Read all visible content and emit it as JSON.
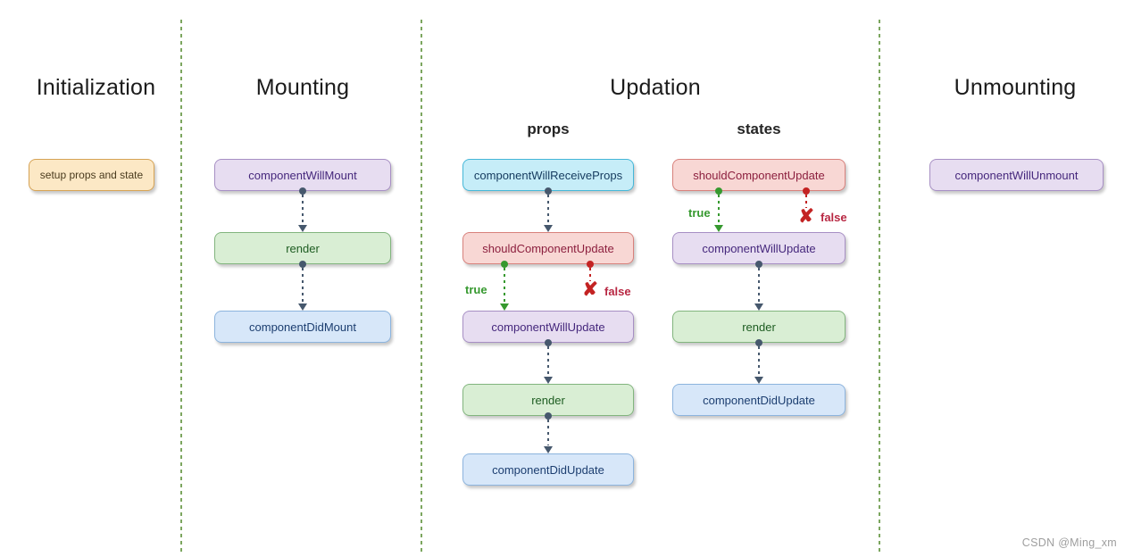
{
  "watermark": "CSDN @Ming_xm",
  "icons": {
    "false_x": "✘"
  },
  "colors": {
    "divider_green": "#7ca65f",
    "arrow_gray": "#46586d",
    "arrow_true_green": "#36992f",
    "arrow_false_red": "#c32222",
    "node_orange_bg": "#fce8c5",
    "node_purple_bg": "#e7ddf1",
    "node_green_bg": "#d9eed4",
    "node_blue_bg": "#d7e7f9",
    "node_cyan_bg": "#c6edf8",
    "node_red_bg": "#f8d7d4"
  },
  "sections": {
    "initialization": {
      "title": "Initialization",
      "nodes": {
        "setup": "setup props and state"
      }
    },
    "mounting": {
      "title": "Mounting",
      "nodes": {
        "willMount": "componentWillMount",
        "render": "render",
        "didMount": "componentDidMount"
      }
    },
    "updation": {
      "title": "Updation",
      "props_column": {
        "label": "props",
        "nodes": {
          "willReceiveProps": "componentWillReceiveProps",
          "shouldUpdate": "shouldComponentUpdate",
          "willUpdate": "componentWillUpdate",
          "render": "render",
          "didUpdate": "componentDidUpdate"
        },
        "branches": {
          "true": "true",
          "false": "false"
        }
      },
      "states_column": {
        "label": "states",
        "nodes": {
          "shouldUpdate": "shouldComponentUpdate",
          "willUpdate": "componentWillUpdate",
          "render": "render",
          "didUpdate": "componentDidUpdate"
        },
        "branches": {
          "true": "true",
          "false": "false"
        }
      }
    },
    "unmounting": {
      "title": "Unmounting",
      "nodes": {
        "willUnmount": "componentWillUnmount"
      }
    }
  }
}
